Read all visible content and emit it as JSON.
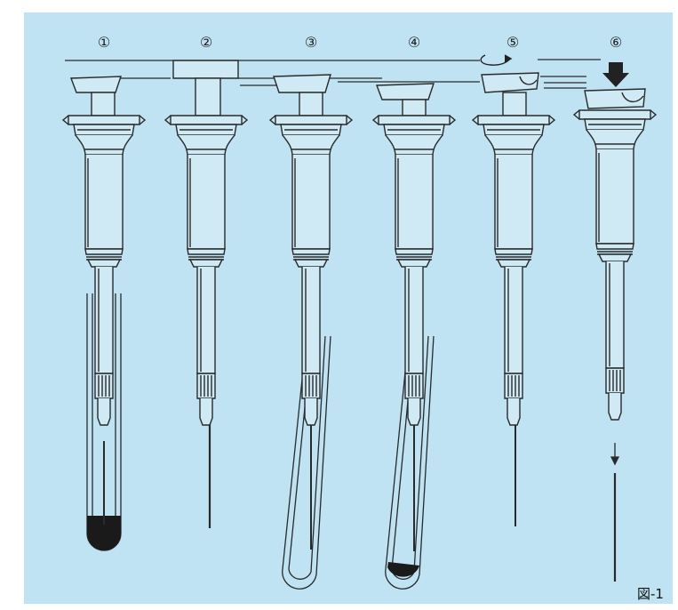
{
  "figure": {
    "steps": [
      "①",
      "②",
      "③",
      "④",
      "⑤",
      "⑥"
    ],
    "label": "図-1",
    "colors": {
      "background": "#bfe3f2",
      "stroke": "#2a2a2a",
      "sample": "#1a1a1a",
      "arrow": "#222222"
    },
    "icons": [
      "rotate-arrow-icon",
      "press-down-arrow-icon"
    ]
  }
}
